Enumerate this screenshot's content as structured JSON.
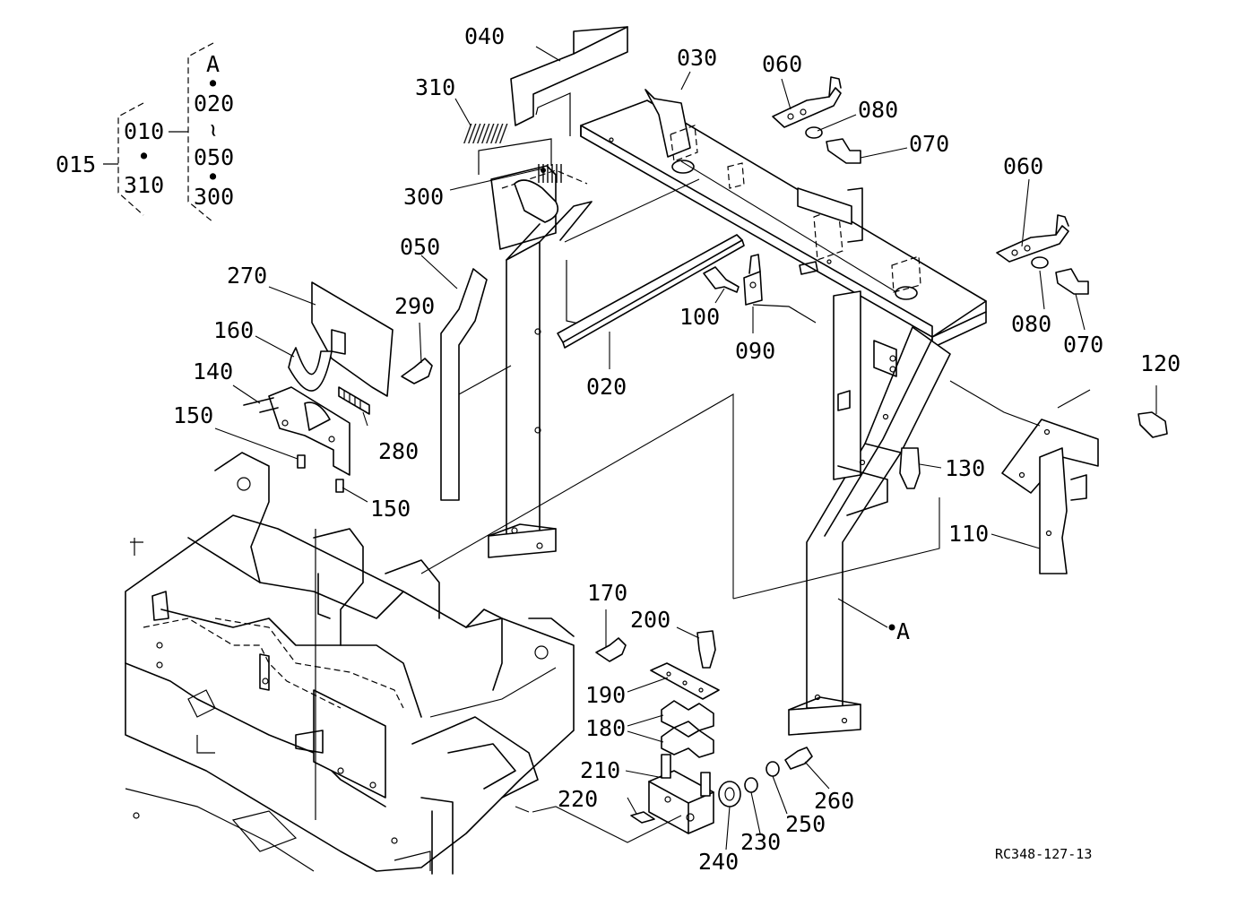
{
  "diagram": {
    "drawing_code": "RC348-127-13",
    "reference_marker": "A",
    "parts": [
      {
        "id": "p040",
        "label": "040"
      },
      {
        "id": "p030",
        "label": "030"
      },
      {
        "id": "p060a",
        "label": "060"
      },
      {
        "id": "p080a",
        "label": "080"
      },
      {
        "id": "p070a",
        "label": "070"
      },
      {
        "id": "p310",
        "label": "310"
      },
      {
        "id": "p300",
        "label": "300"
      },
      {
        "id": "p060b",
        "label": "060"
      },
      {
        "id": "p050",
        "label": "050"
      },
      {
        "id": "p270",
        "label": "270"
      },
      {
        "id": "p290",
        "label": "290"
      },
      {
        "id": "p100",
        "label": "100"
      },
      {
        "id": "p090",
        "label": "090"
      },
      {
        "id": "p080b",
        "label": "080"
      },
      {
        "id": "p070b",
        "label": "070"
      },
      {
        "id": "p160",
        "label": "160"
      },
      {
        "id": "p140",
        "label": "140"
      },
      {
        "id": "p020",
        "label": "020"
      },
      {
        "id": "p120",
        "label": "120"
      },
      {
        "id": "p150a",
        "label": "150"
      },
      {
        "id": "p280",
        "label": "280"
      },
      {
        "id": "p130",
        "label": "130"
      },
      {
        "id": "p150b",
        "label": "150"
      },
      {
        "id": "p110",
        "label": "110"
      },
      {
        "id": "p170",
        "label": "170"
      },
      {
        "id": "p200",
        "label": "200"
      },
      {
        "id": "p190",
        "label": "190"
      },
      {
        "id": "p180",
        "label": "180"
      },
      {
        "id": "p210",
        "label": "210"
      },
      {
        "id": "p220",
        "label": "220"
      },
      {
        "id": "p260",
        "label": "260"
      },
      {
        "id": "p250",
        "label": "250"
      },
      {
        "id": "p230",
        "label": "230"
      },
      {
        "id": "p240",
        "label": "240"
      }
    ],
    "assembly_tree": {
      "root": "015",
      "level1_top": "010",
      "level1_dot": "•",
      "level1_bottom": "310",
      "level2_top": "A",
      "level2_dot1": "•",
      "level2_from": "020",
      "level2_tilde": "~",
      "level2_to": "050",
      "level2_dot2": "•",
      "level2_bottom": "300"
    }
  }
}
